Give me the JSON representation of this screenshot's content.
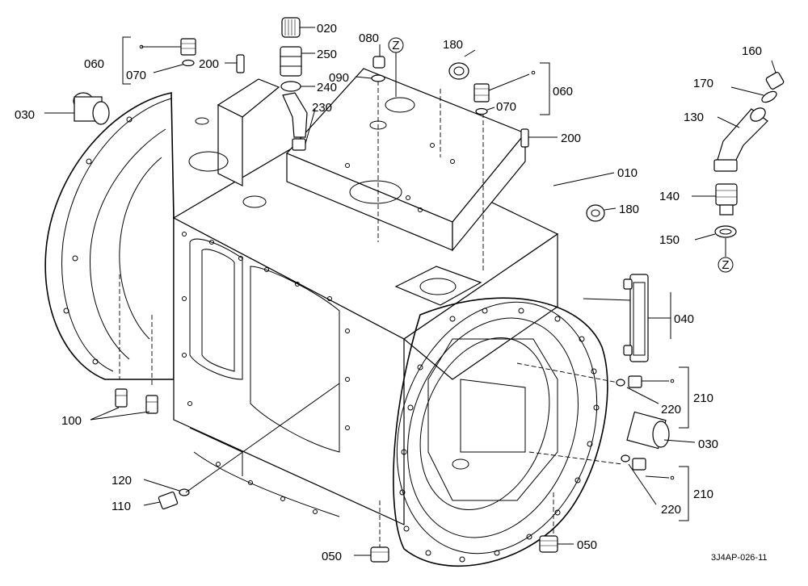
{
  "diagram": {
    "ref_code": "3J4AP-026-11",
    "marker": "Z",
    "labels": {
      "p010": "010",
      "p020": "020",
      "p030a": "030",
      "p030b": "030",
      "p040": "040",
      "p050a": "050",
      "p050b": "050",
      "p060a": "060",
      "p060b": "060",
      "p070a": "070",
      "p070b": "070",
      "p080": "080",
      "p090": "090",
      "p100": "100",
      "p110": "110",
      "p120": "120",
      "p130": "130",
      "p140": "140",
      "p150": "150",
      "p160": "160",
      "p170": "170",
      "p180a": "180",
      "p180b": "180",
      "p200a": "200",
      "p200b": "200",
      "p210a": "210",
      "p210b": "210",
      "p220a": "220",
      "p220b": "220",
      "p230": "230",
      "p240": "240",
      "p250": "250"
    }
  }
}
